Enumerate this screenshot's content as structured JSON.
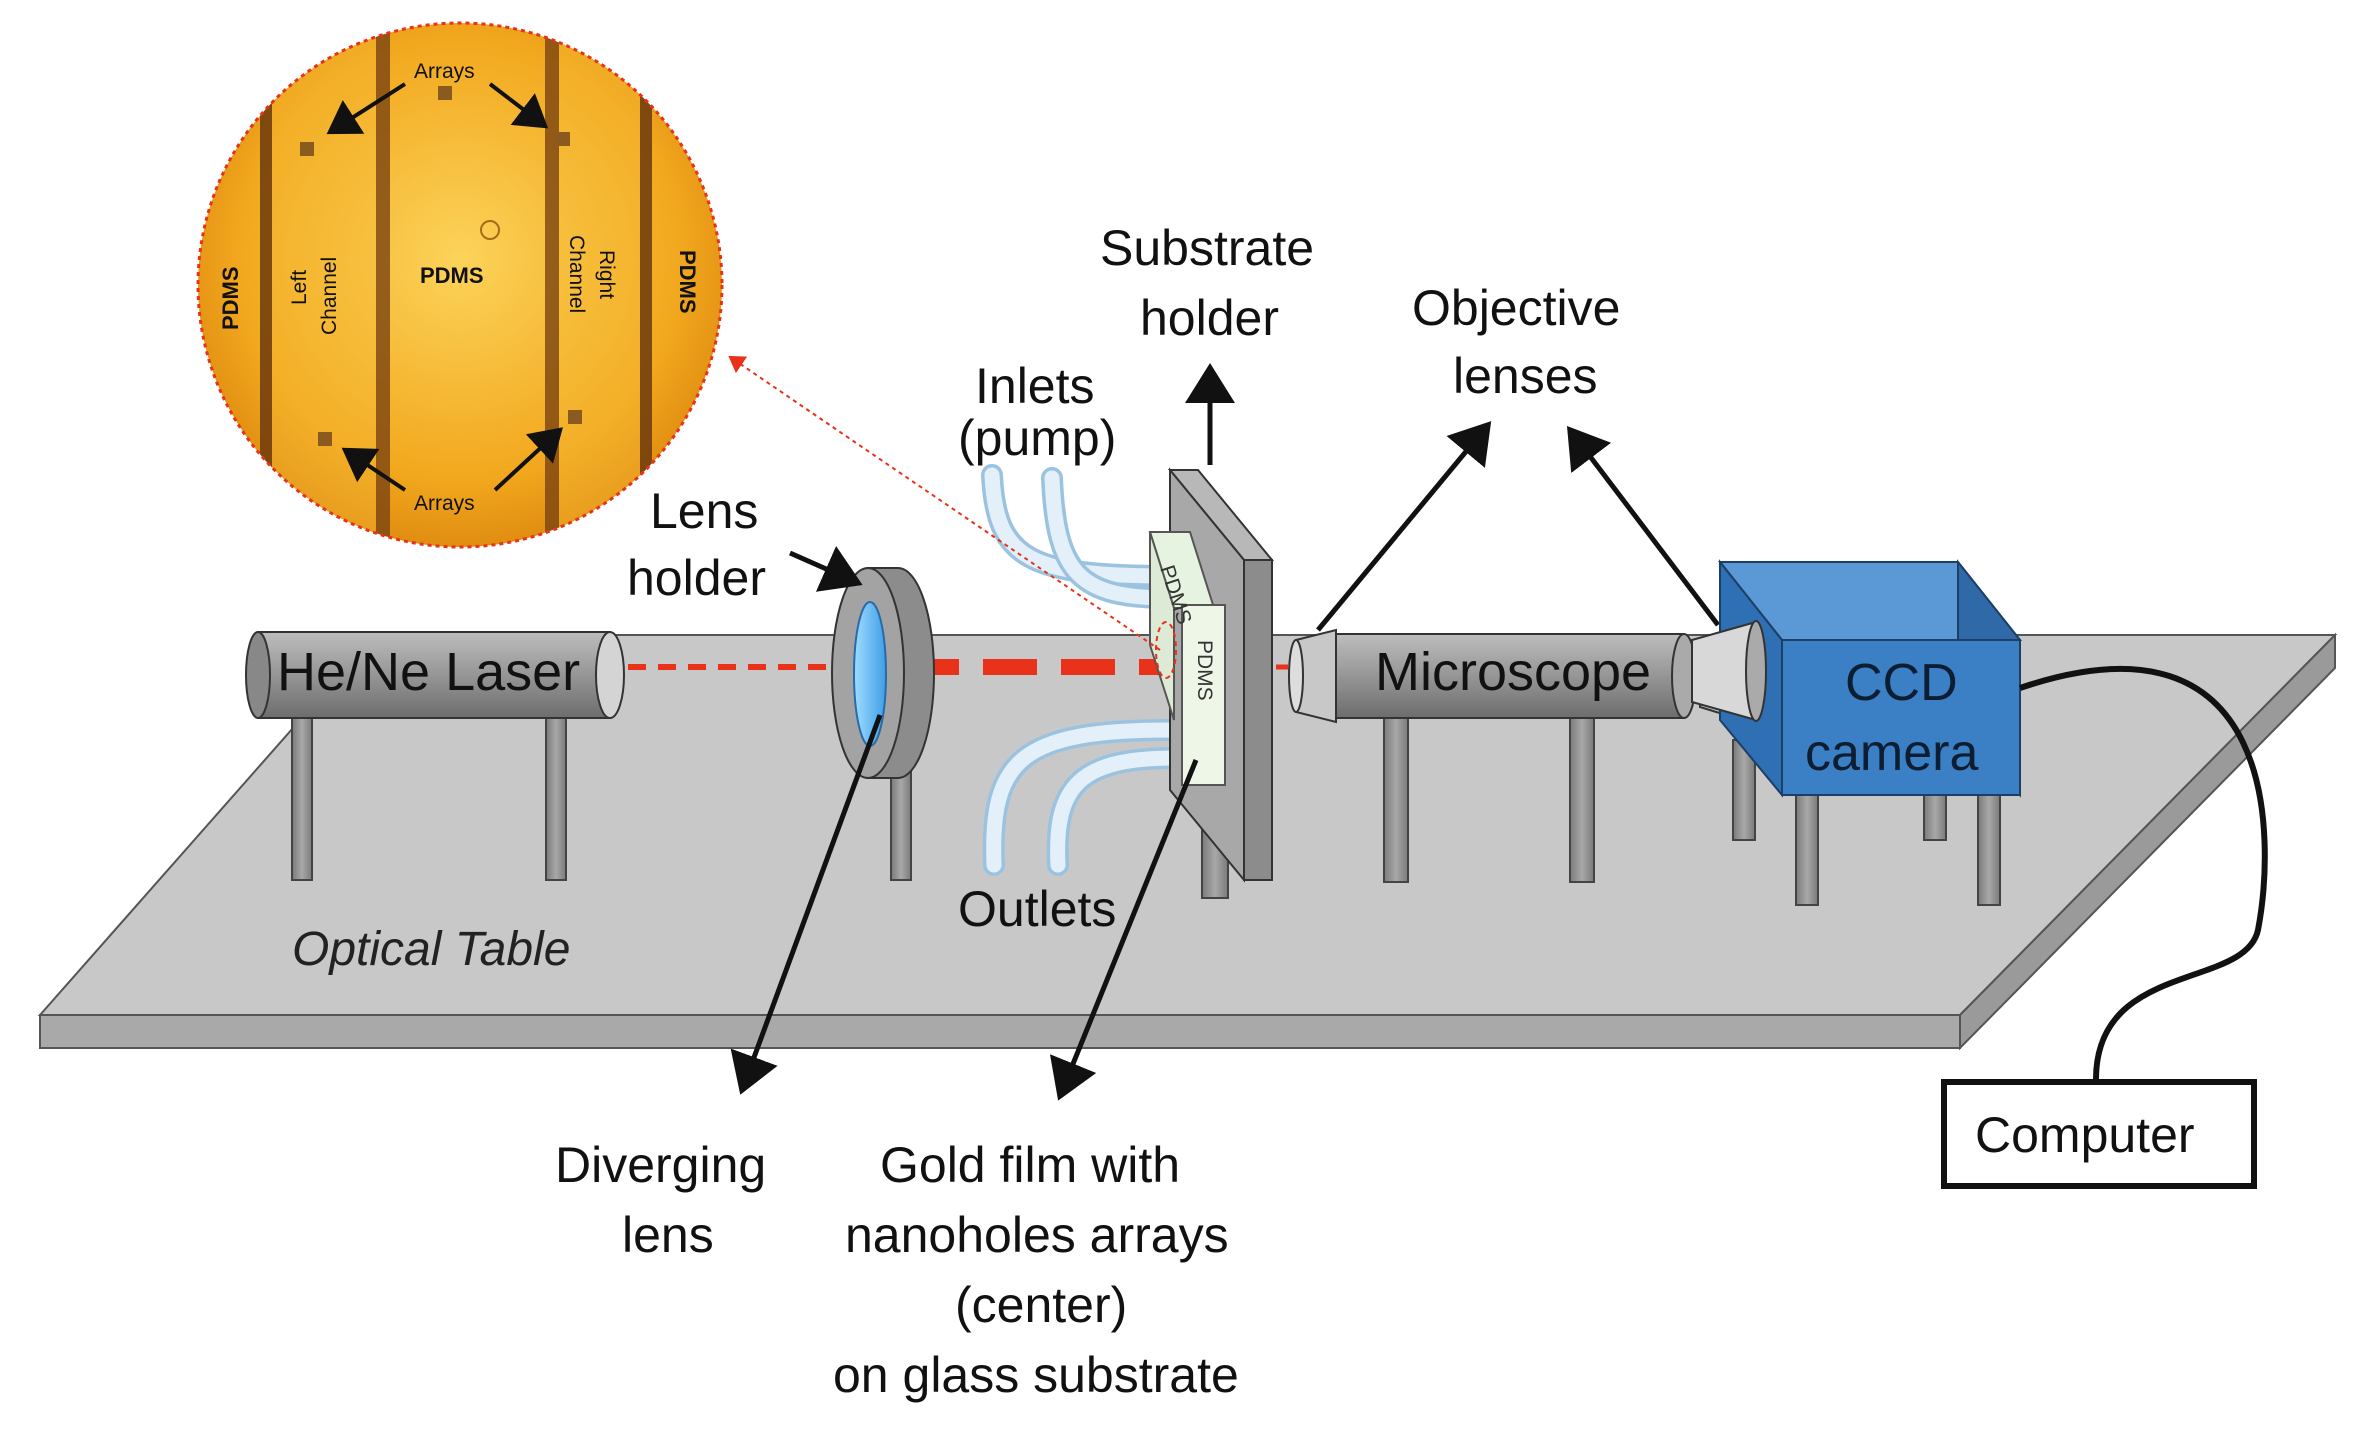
{
  "labels": {
    "optical_table": "Optical Table",
    "laser": "He/Ne Laser",
    "lens_holder": [
      "Lens",
      "holder"
    ],
    "substrate_holder": [
      "Substrate",
      "holder"
    ],
    "objective_lenses": [
      "Objective",
      "lenses"
    ],
    "inlets": [
      "Inlets",
      "(pump)"
    ],
    "outlets": "Outlets",
    "microscope": "Microscope",
    "ccd_camera": [
      "CCD",
      "camera"
    ],
    "computer": "Computer",
    "diverging_lens": [
      "Diverging",
      "lens"
    ],
    "gold_film": [
      "Gold film with",
      "nanoholes arrays",
      "(center)",
      "on glass substrate"
    ],
    "pdms": "PDMS"
  },
  "micrograph": {
    "arrays_top": "Arrays",
    "arrays_bottom": "Arrays",
    "pdms_left": "PDMS",
    "pdms_center": "PDMS",
    "pdms_right": "PDMS",
    "left_channel": [
      "Left",
      "Channel"
    ],
    "right_channel": [
      "Right",
      "Channel"
    ]
  },
  "colors": {
    "table_top": "#c8c8c8",
    "table_edge": "#a9a9a9",
    "component_gray": "#8c8c8c",
    "laser_beam": "#e8321a",
    "camera_blue": "#3b7fc4",
    "micrograph_amber": "#f2a81e",
    "tube_blue": "#cfe4f5",
    "lens_blue": "#5ab4f0"
  }
}
